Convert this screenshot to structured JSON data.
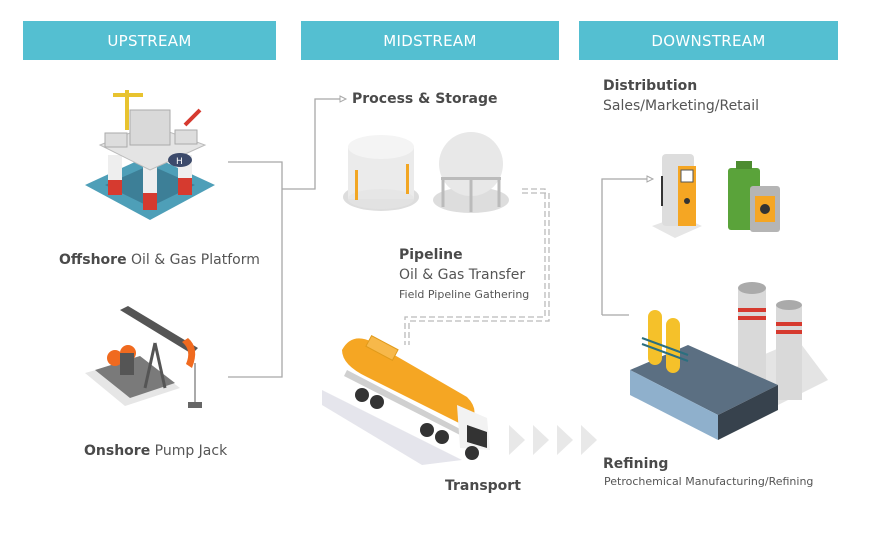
{
  "headers": {
    "upstream": "UPSTREAM",
    "midstream": "MIDSTREAM",
    "downstream": "DOWNSTREAM"
  },
  "colors": {
    "header_bg": "#54bfd1",
    "connector": "#a8a8a8",
    "accent_orange": "#f5a623",
    "accent_red": "#d9423a"
  },
  "upstream": {
    "offshore": {
      "bold": "Offshore",
      "rest": " Oil & Gas Platform"
    },
    "onshore": {
      "bold": "Onshore",
      "rest": " Pump Jack"
    }
  },
  "midstream": {
    "process_storage": "Process & Storage",
    "pipeline": {
      "title": "Pipeline",
      "line1": "Oil & Gas Transfer",
      "line2": "Field Pipeline Gathering"
    },
    "transport": "Transport"
  },
  "downstream": {
    "distribution": {
      "title": "Distribution",
      "subtitle": "Sales/Marketing/Retail"
    },
    "refining": {
      "title": "Refining",
      "subtitle": "Petrochemical Manufacturing/Refining"
    }
  },
  "illustrations": {
    "offshore": "offshore-platform-icon",
    "pumpjack": "pump-jack-icon",
    "storage": "storage-tanks-icon",
    "truck": "tanker-truck-icon",
    "fuel": "fuel-pump-icon",
    "refinery": "refinery-icon"
  }
}
